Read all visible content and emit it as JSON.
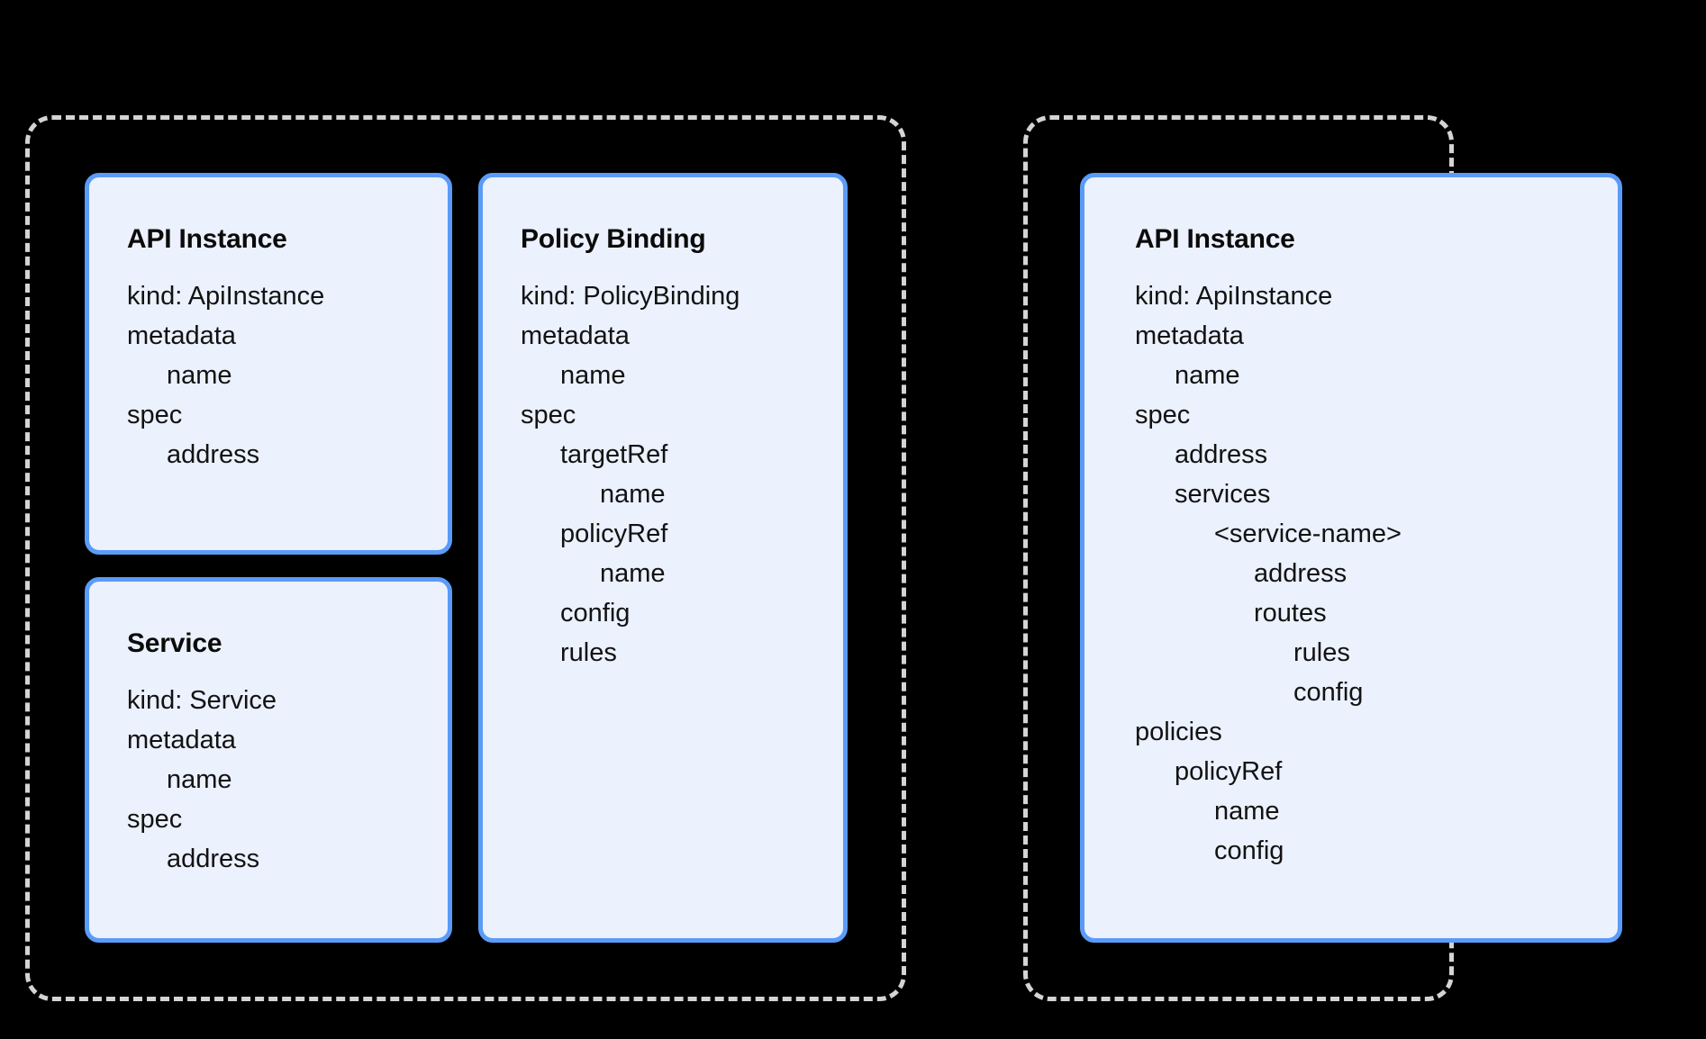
{
  "theme": {
    "background": "#000000",
    "group_border": "#d4d4d4",
    "card_border": "#5b9bf8",
    "card_fill": "#ebf1fd",
    "text": "#121212"
  },
  "groups": [
    {
      "name": "left-group",
      "cards": [
        {
          "id": "api-instance-left",
          "title": "API Instance",
          "lines": [
            {
              "text": "kind: ApiInstance",
              "indent": 0
            },
            {
              "text": "metadata",
              "indent": 0
            },
            {
              "text": "name",
              "indent": 1
            },
            {
              "text": "spec",
              "indent": 0
            },
            {
              "text": "address",
              "indent": 1
            }
          ]
        },
        {
          "id": "service",
          "title": "Service",
          "lines": [
            {
              "text": "kind: Service",
              "indent": 0
            },
            {
              "text": "metadata",
              "indent": 0
            },
            {
              "text": "name",
              "indent": 1
            },
            {
              "text": "spec",
              "indent": 0
            },
            {
              "text": "address",
              "indent": 1
            }
          ]
        },
        {
          "id": "policy-binding",
          "title": "Policy Binding",
          "lines": [
            {
              "text": "kind: PolicyBinding",
              "indent": 0
            },
            {
              "text": "metadata",
              "indent": 0
            },
            {
              "text": "name",
              "indent": 1
            },
            {
              "text": "spec",
              "indent": 0
            },
            {
              "text": "targetRef",
              "indent": 1
            },
            {
              "text": "name",
              "indent": 2
            },
            {
              "text": "policyRef",
              "indent": 1
            },
            {
              "text": "name",
              "indent": 2
            },
            {
              "text": "config",
              "indent": 1
            },
            {
              "text": "rules",
              "indent": 1
            }
          ]
        }
      ]
    },
    {
      "name": "right-group",
      "cards": [
        {
          "id": "api-instance-right",
          "title": "API Instance",
          "lines": [
            {
              "text": "kind: ApiInstance",
              "indent": 0
            },
            {
              "text": "metadata",
              "indent": 0
            },
            {
              "text": "name",
              "indent": 1
            },
            {
              "text": "spec",
              "indent": 0
            },
            {
              "text": "address",
              "indent": 1
            },
            {
              "text": "services",
              "indent": 1
            },
            {
              "text": "<service-name>",
              "indent": 2
            },
            {
              "text": "address",
              "indent": 3
            },
            {
              "text": "routes",
              "indent": 3
            },
            {
              "text": "rules",
              "indent": 4
            },
            {
              "text": "config",
              "indent": 4
            },
            {
              "text": "policies",
              "indent": 0
            },
            {
              "text": "policyRef",
              "indent": 1
            },
            {
              "text": "name",
              "indent": 2
            },
            {
              "text": "config",
              "indent": 2
            }
          ]
        }
      ]
    }
  ]
}
